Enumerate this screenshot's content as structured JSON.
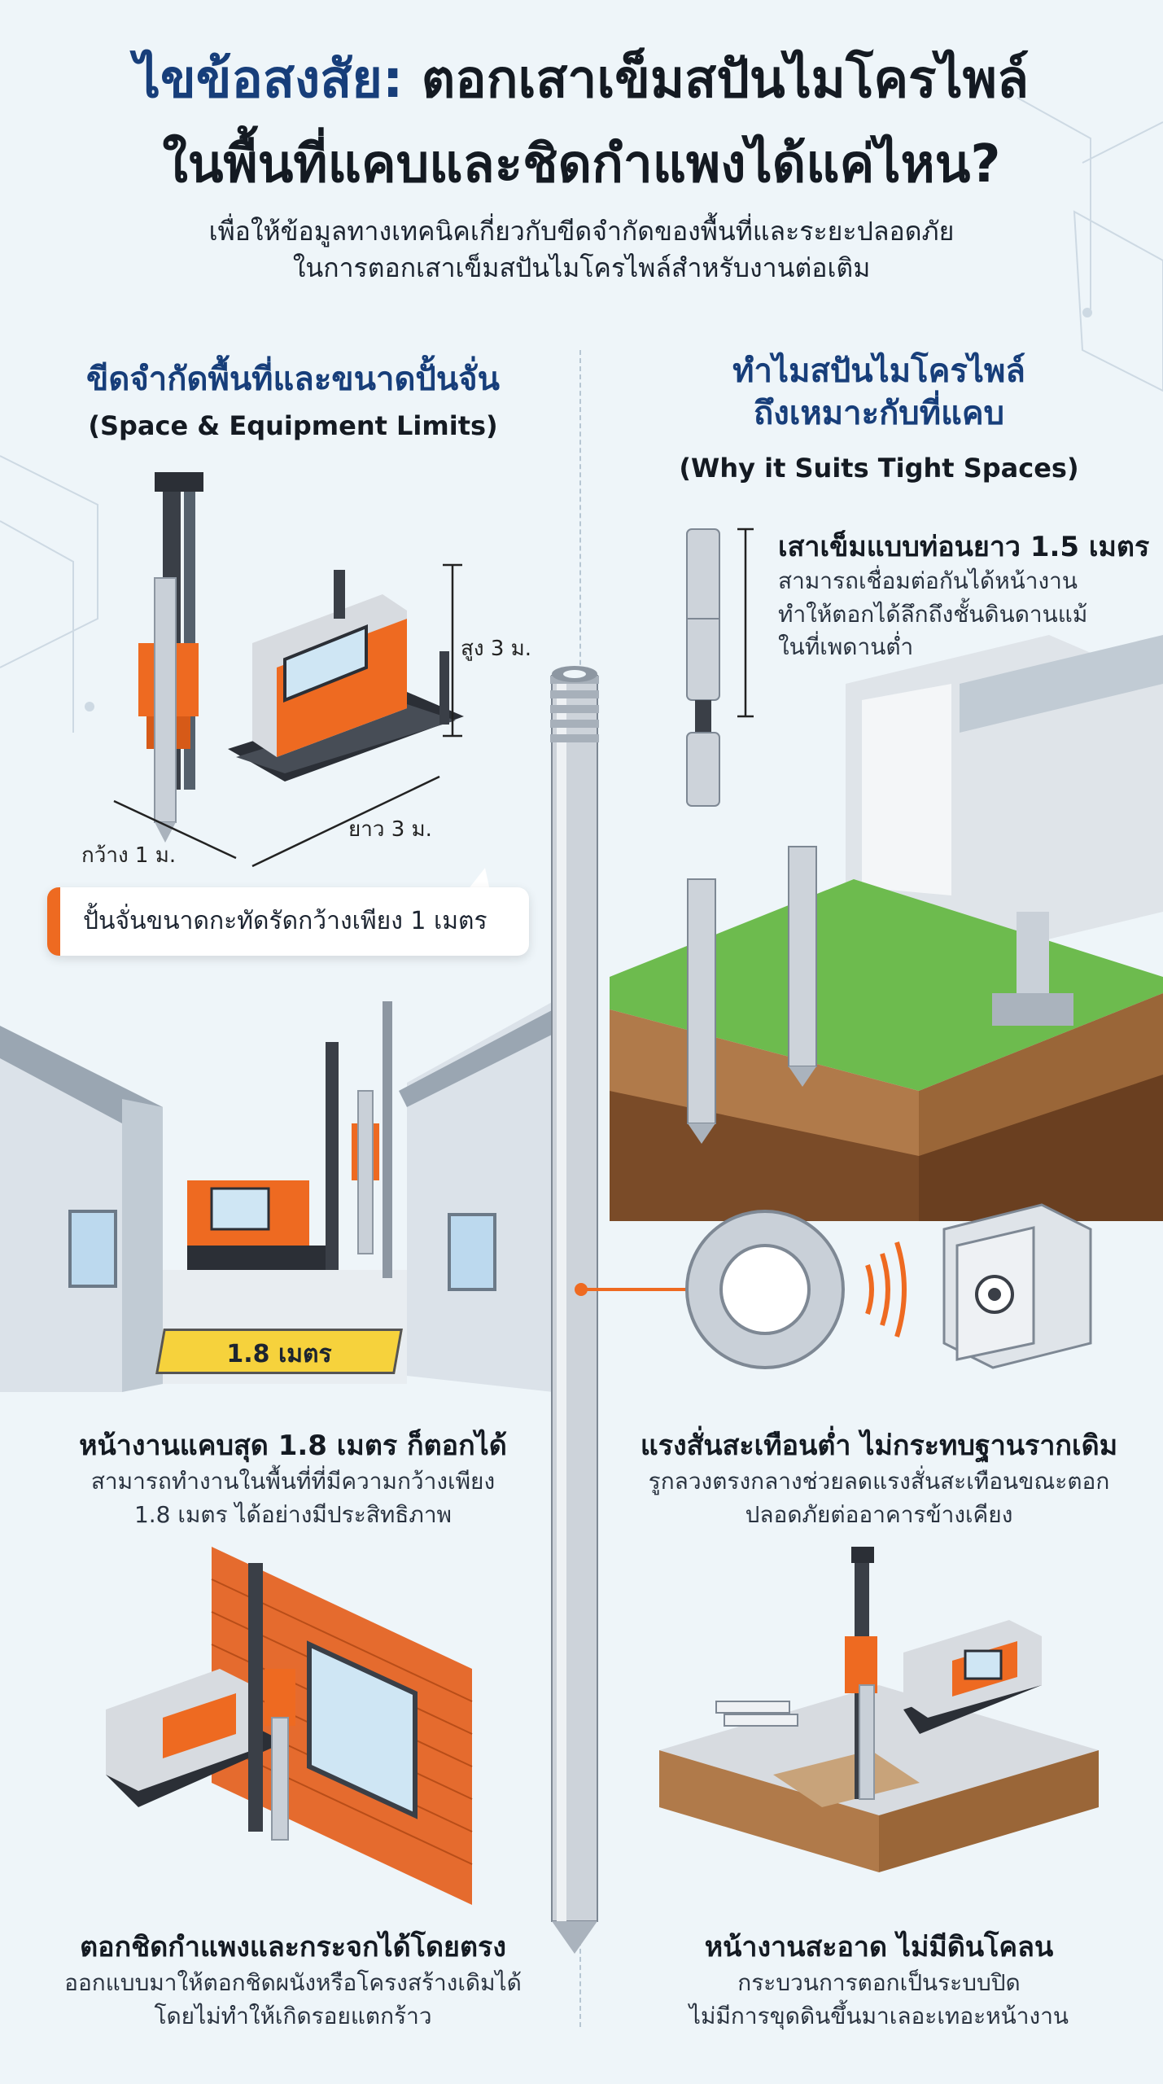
{
  "header": {
    "title_part1": "ไขข้อสงสัย:",
    "title_part2": " ตอกเสาเข็มสปันไมโครไพล์",
    "title_line2": "ในพื้นที่แคบและชิดกำแพงได้แค่ไหน?",
    "subtitle_line1": "เพื่อให้ข้อมูลทางเทคนิคเกี่ยวกับขีดจำกัดของพื้นที่และระยะปลอดภัย",
    "subtitle_line2": "ในการตอกเสาเข็มสปันไมโครไพล์สำหรับงานต่อเติม"
  },
  "left_section": {
    "title": "ขีดจำกัดพื้นที่และขนาดปั้นจั่น",
    "subtitle": "(Space & Equipment Limits)",
    "dim_height": "สูง 3 ม.",
    "dim_length": "ยาว 3 ม.",
    "dim_width": "กว้าง 1 ม.",
    "callout": "ปั้นจั่นขนาดกะทัดรัดกว้างเพียง 1 เมตร",
    "measure_label": "1.8 เมตร",
    "narrow_heading": "หน้างานแคบสุด 1.8 เมตร ก็ตอกได้",
    "narrow_body_line1": "สามารถทำงานในพื้นที่ที่มีความกว้างเพียง",
    "narrow_body_line2": "1.8 เมตร ได้อย่างมีประสิทธิภาพ",
    "wall_heading": "ตอกชิดกำแพงและกระจกได้โดยตรง",
    "wall_body_line1": "ออกแบบมาให้ตอกชิดผนังหรือโครงสร้างเดิมได้",
    "wall_body_line2": "โดยไม่ทำให้เกิดรอยแตกร้าว"
  },
  "right_section": {
    "title_line1": "ทำไมสปันไมโครไพล์",
    "title_line2": "ถึงเหมาะกับที่แคบ",
    "subtitle": "(Why it Suits Tight Spaces)",
    "pile_heading": "เสาเข็มแบบท่อนยาว 1.5 เมตร",
    "pile_body_line1": "สามารถเชื่อมต่อกันได้หน้างาน",
    "pile_body_line2": "ทำให้ตอกได้ลึกถึงชั้นดินดานแม้",
    "pile_body_line3": "ในที่เพดานต่ำ",
    "vibration_heading": "แรงสั่นสะเทือนต่ำ ไม่กระทบฐานรากเดิม",
    "vibration_body_line1": "รูกลวงตรงกลางช่วยลดแรงสั่นสะเทือนขณะตอก",
    "vibration_body_line2": "ปลอดภัยต่ออาคารข้างเคียง",
    "clean_heading": "หน้างานสะอาด ไม่มีดินโคลน",
    "clean_body_line1": "กระบวนการตอกเป็นระบบปิด",
    "clean_body_line2": "ไม่มีการขุดดินขึ้นมาเลอะเทอะหน้างาน"
  },
  "colors": {
    "navy": "#173e7a",
    "orange": "#ee6a21",
    "background": "#eef5f9",
    "steel": "#c9d0d8"
  }
}
